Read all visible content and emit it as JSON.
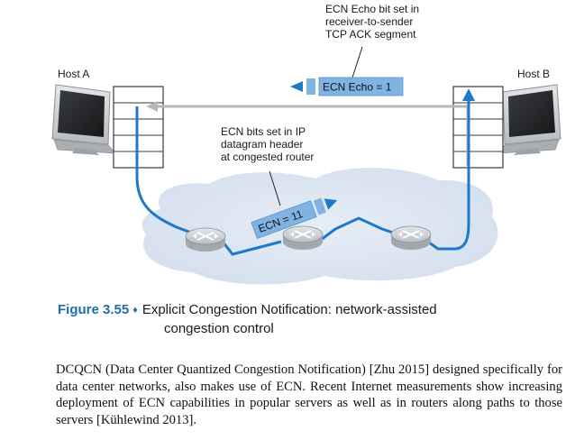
{
  "diagram": {
    "host_a_label": "Host A",
    "host_b_label": "Host B",
    "ecn_echo_callout": [
      "ECN Echo bit set in",
      "receiver-to-sender",
      "TCP ACK segment"
    ],
    "ecn_echo_packet": "ECN Echo = 1",
    "ecn_bits_callout": [
      "ECN bits set in IP",
      "datagram header",
      "at congested router"
    ],
    "ecn_packet": "ECN = 11",
    "colors": {
      "network_cloud": "#dde6f2",
      "data_path": "#1f78c8",
      "ack_path": "#b4b8bc",
      "packet_fill": "#7fb3e3",
      "router_fill": "#c9cdd1"
    },
    "icons": [
      "computer-icon",
      "protocol-stack-icon",
      "router-icon"
    ]
  },
  "caption": {
    "figure_number": "Figure 3.55",
    "separator": "♦",
    "text_line1": "Explicit Congestion Notification: network-assisted",
    "text_line2": "congestion control"
  },
  "body_text": "DCQCN (Data Center Quantized Congestion Notification) [Zhu 2015] designed specifically for data center networks, also makes use of ECN. Recent Internet measurements show increasing deployment of ECN capabilities in popular servers as well as in routers along paths to those servers [Kühlewind 2013]."
}
